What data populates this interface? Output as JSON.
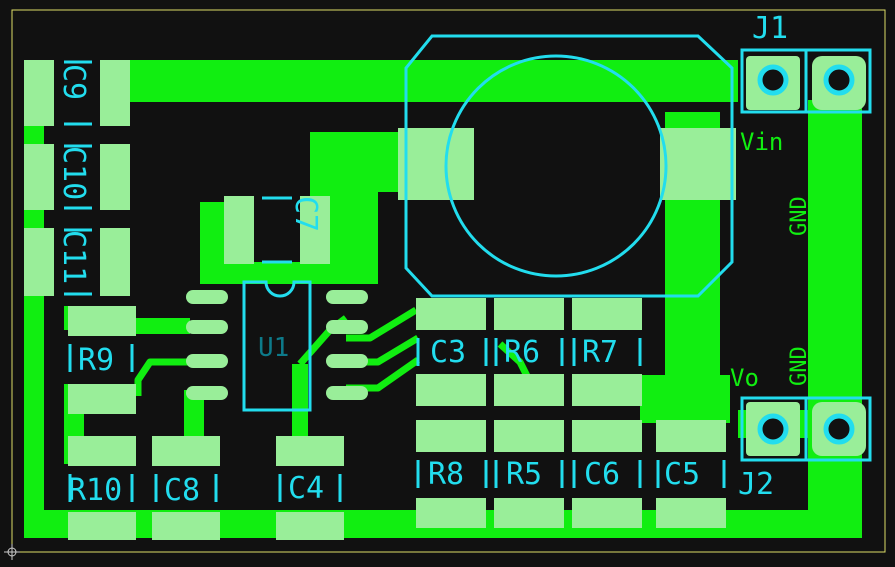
{
  "colors": {
    "background": "#111111",
    "copper": "#11ee11",
    "pad": "#99ee99",
    "silkscreen": "#22ddee",
    "edge": "#dddd66"
  },
  "labels": {
    "j1": "J1",
    "j2": "J2",
    "vin": "Vin",
    "vo": "Vo",
    "gnd_top": "GND",
    "gnd_bottom": "GND",
    "u1": "U1",
    "c3": "C3",
    "c4": "C4",
    "c5": "C5",
    "c6": "C6",
    "c7": "C7",
    "c8": "C8",
    "c9": "C9",
    "c10": "C10",
    "c11": "C11",
    "r5": "R5",
    "r6": "R6",
    "r7": "R7",
    "r8": "R8",
    "r9": "R9",
    "r10": "R10"
  }
}
